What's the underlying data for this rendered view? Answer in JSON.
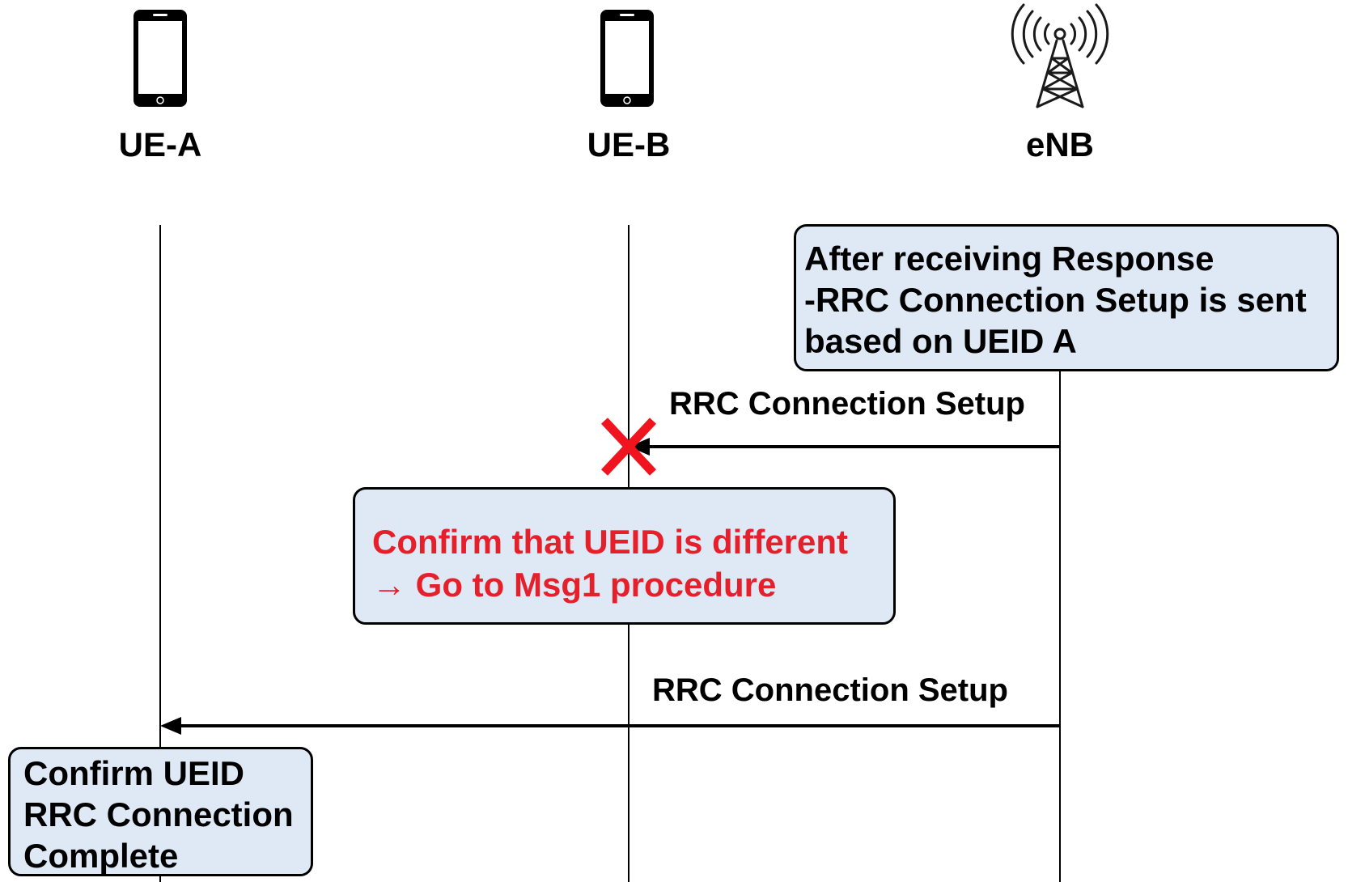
{
  "actors": [
    {
      "id": "ue-a",
      "label": "UE-A",
      "icon": "smartphone-icon"
    },
    {
      "id": "ue-b",
      "label": "UE-B",
      "icon": "smartphone-icon"
    },
    {
      "id": "enb",
      "label": "eNB",
      "icon": "radio-tower-icon"
    }
  ],
  "notes": {
    "enb_note": {
      "lines": [
        "After receiving Response",
        "-RRC Connection Setup is sent",
        "based on UEID A"
      ]
    },
    "ueb_note": {
      "lines": [
        "Confirm that UEID is different",
        "→ Go to Msg1 procedure"
      ],
      "color": "#e5202b"
    },
    "uea_note": {
      "lines": [
        "Confirm UEID",
        "RRC Connection",
        "Complete"
      ]
    }
  },
  "messages": [
    {
      "label": "RRC Connection Setup",
      "from": "eNB",
      "to": "UE-B",
      "failed": true
    },
    {
      "label": "RRC Connection Setup",
      "from": "eNB",
      "to": "UE-A",
      "failed": false
    }
  ],
  "colors": {
    "note_fill": "#dee9f5",
    "fail_mark": "#f0141e",
    "line": "#000000"
  }
}
